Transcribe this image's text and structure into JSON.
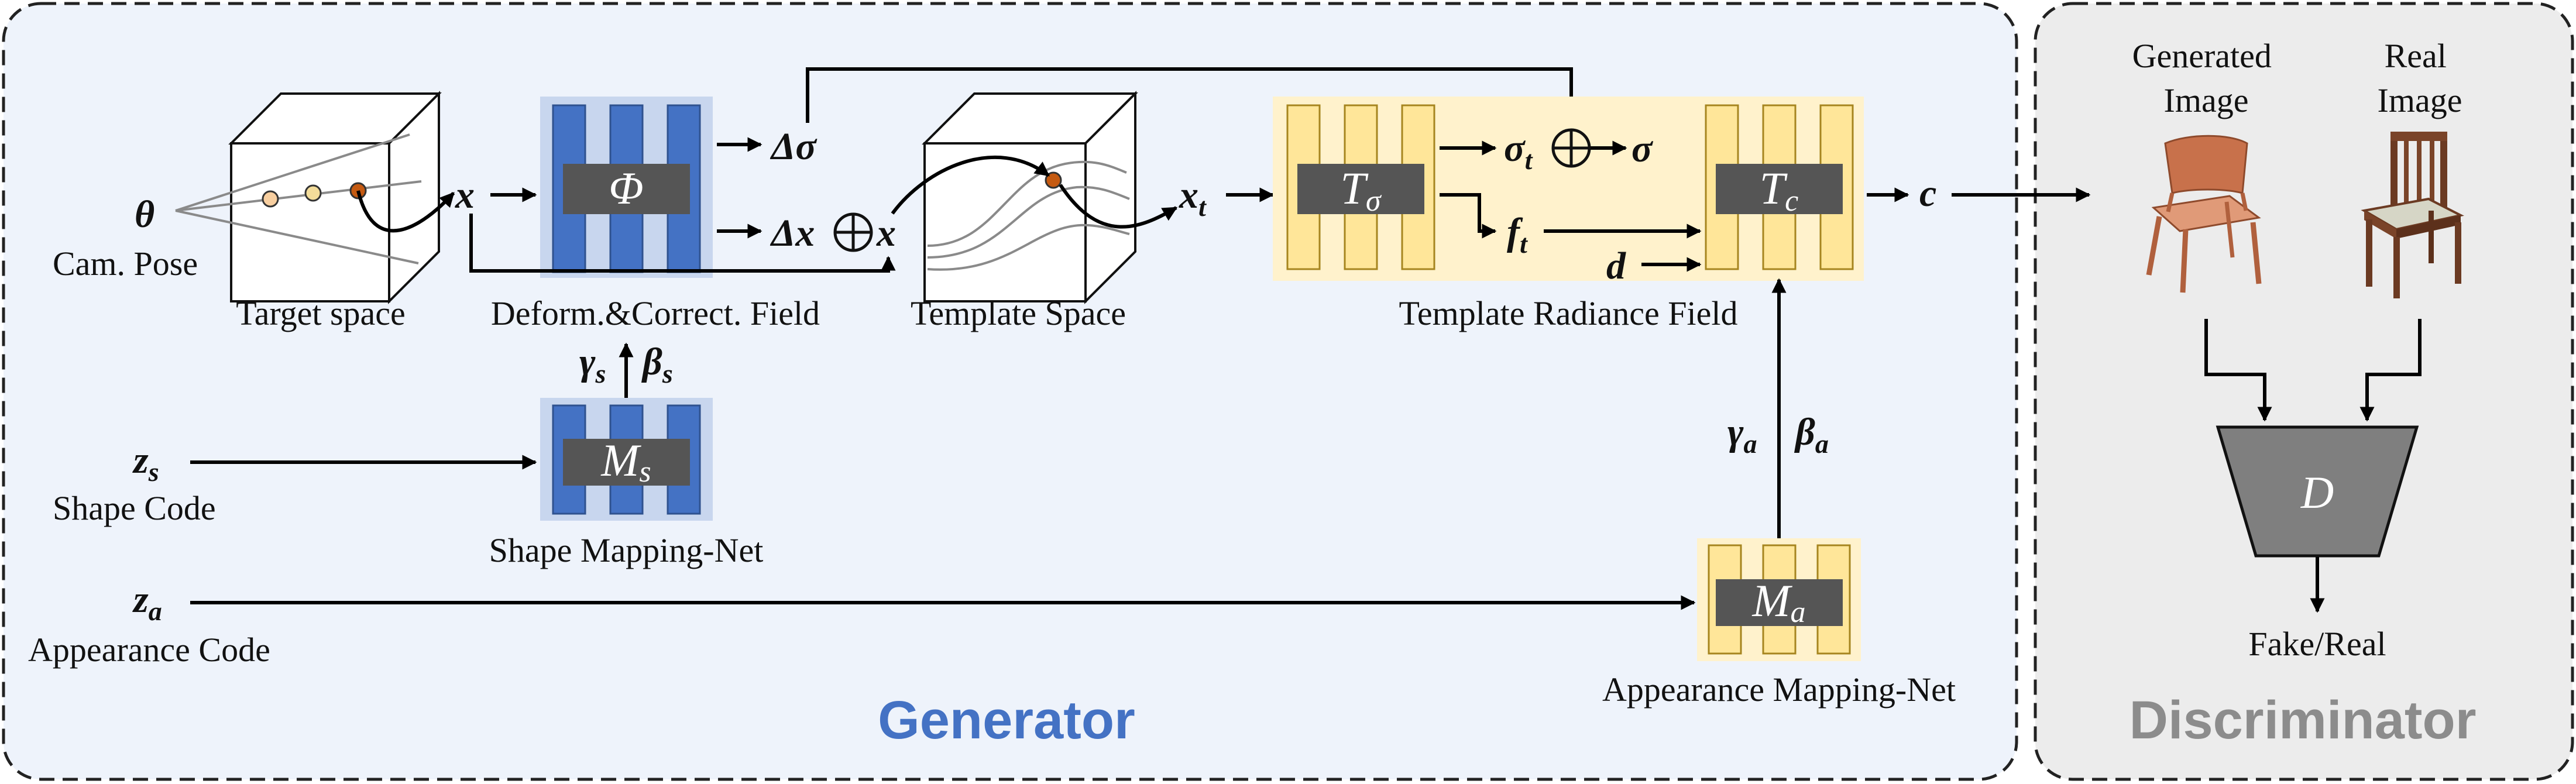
{
  "sections": {
    "generator_title": "Generator",
    "discriminator_title": "Discriminator"
  },
  "labels": {
    "cam_pose": "Cam. Pose",
    "target_space": "Target space",
    "deform_field": "Deform.&Correct. Field",
    "template_space": "Template Space",
    "template_radiance_field": "Template Radiance Field",
    "shape_code": "Shape Code",
    "shape_mapping_net": "Shape Mapping-Net",
    "appearance_code": "Appearance Code",
    "appearance_mapping_net": "Appearance Mapping-Net",
    "generated_image": [
      "Generated",
      "Image"
    ],
    "real_image": [
      "Real",
      "Image"
    ],
    "fake_real": "Fake/Real"
  },
  "symbols": {
    "theta": "θ",
    "x": "x",
    "phi": "Φ",
    "delta_sigma": "Δσ",
    "delta_x": "Δx",
    "x_t_base": "x",
    "x_t_sub": "t",
    "t_sigma_base": "T",
    "t_sigma_sub": "σ",
    "t_c_base": "T",
    "t_c_sub": "c",
    "sigma_t_base": "σ",
    "sigma_t_sub": "t",
    "sigma": "σ",
    "f_t_base": "f",
    "f_t_sub": "t",
    "d": "d",
    "c": "c",
    "gamma_s_base": "γ",
    "gamma_s_sub": "s",
    "beta_s_base": "β",
    "beta_s_sub": "s",
    "gamma_a_base": "γ",
    "gamma_a_sub": "a",
    "beta_a_base": "β",
    "beta_a_sub": "a",
    "z_s_base": "z",
    "z_s_sub": "s",
    "z_a_base": "z",
    "z_a_sub": "a",
    "m_s_base": "M",
    "m_s_sub": "s",
    "m_a_base": "M",
    "m_a_sub": "a",
    "D": "D"
  },
  "colors": {
    "generator_bg": "#eef3fb",
    "discriminator_bg": "#ececec",
    "generator_title": "#4472c4",
    "discriminator_title": "#8c8c8c",
    "shape_net_bar": "#4472c4",
    "shape_net_glow": "#c8d6ee",
    "radiance_bar": "#ffe699",
    "radiance_glow": "#fff2cc",
    "label_box": "#555555",
    "point_light": "#f8cfa0",
    "point_mid": "#f3dc9a",
    "point_dark": "#c55a11"
  }
}
